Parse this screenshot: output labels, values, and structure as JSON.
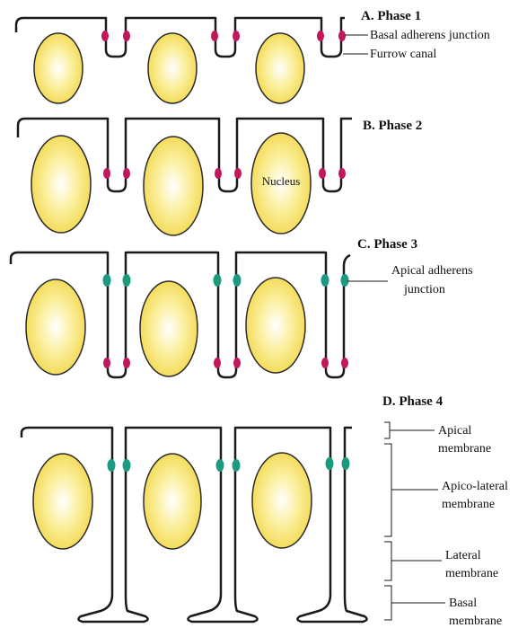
{
  "phases": {
    "a": {
      "title": "A. Phase 1",
      "labels": {
        "basal_adherens": "Basal adherens junction",
        "furrow_canal": "Furrow canal"
      }
    },
    "b": {
      "title": "B.  Phase 2",
      "labels": {
        "nucleus": "Nucleus"
      }
    },
    "c": {
      "title": "C.  Phase 3",
      "labels": {
        "apical_adherens_line1": "Apical adherens",
        "apical_adherens_line2": "junction"
      }
    },
    "d": {
      "title": "D.  Phase 4",
      "labels": {
        "apical_membrane_line1": "Apical",
        "apical_membrane_line2": "membrane",
        "apico_lateral_line1": "Apico-lateral",
        "apico_lateral_line2": "membrane",
        "lateral_line1": "Lateral",
        "lateral_line2": "membrane",
        "basal_line1": "Basal",
        "basal_line2": "membrane"
      }
    }
  },
  "colors": {
    "nucleus_fill": "#f8e67e",
    "nucleus_stroke": "#2a2a2a",
    "membrane": "#1a1a1a",
    "basal_junction": "#c2185b",
    "apical_junction": "#1b9a80"
  }
}
